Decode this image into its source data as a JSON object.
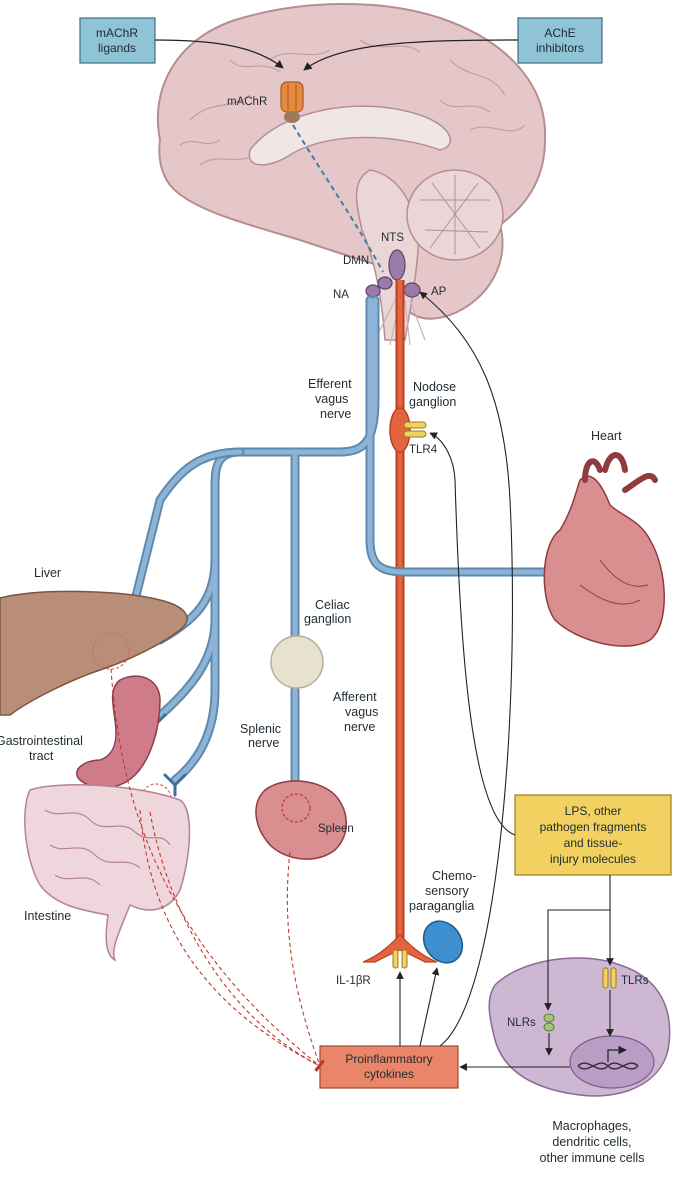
{
  "boxes": {
    "machr_ligands": [
      "mAChR",
      "ligands"
    ],
    "ache_inhibitors": [
      "AChE",
      "inhibitors"
    ],
    "lps": [
      "LPS, other",
      "pathogen fragments",
      "and tissue-",
      "injury molecules"
    ],
    "cytokines": [
      "Proinflammatory",
      "cytokines"
    ]
  },
  "labels": {
    "machr": "mAChR",
    "nts": "NTS",
    "dmn": "DMN",
    "na": "NA",
    "ap": "AP",
    "efferent": [
      "Efferent",
      "vagus",
      "nerve"
    ],
    "nodose": [
      "Nodose",
      "ganglion"
    ],
    "tlr4": "TLR4",
    "heart": "Heart",
    "liver": "Liver",
    "celiac": [
      "Celiac",
      "ganglion"
    ],
    "afferent": [
      "Afferent",
      "vagus",
      "nerve"
    ],
    "splenic": [
      "Splenic",
      "nerve"
    ],
    "gi_tract": [
      "Gastrointestinal",
      "tract"
    ],
    "spleen": "Spleen",
    "intestine": "Intestine",
    "chemo": [
      "Chemo-",
      "sensory",
      "paraganglia"
    ],
    "il1br": "IL-1βR",
    "tlrs": "TLRs",
    "nlrs": "NLRs",
    "immune_cells": [
      "Macrophages,",
      "dendritic cells,",
      "other immune cells"
    ]
  },
  "colors": {
    "efferent_nerve": "#7fa8c9",
    "afferent_nerve": "#d0532e",
    "brain": "#e3c3c5",
    "organ": "#d98f90",
    "liver": "#b98e78",
    "label_box": "#8fc3d6",
    "lps_box": "#f2d160",
    "cytokine_box": "#e9866a",
    "macrophage": "#cdb7d3",
    "receptor": "#e58a3e"
  }
}
